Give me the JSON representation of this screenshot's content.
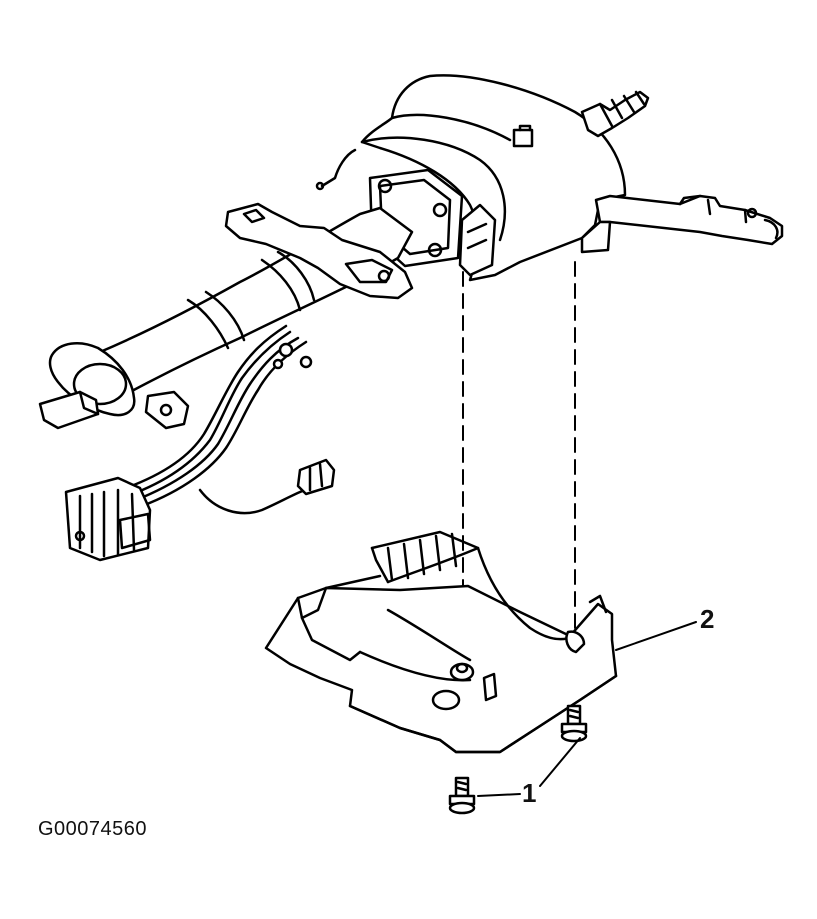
{
  "callouts": {
    "screws": "1",
    "lower_cover": "2"
  },
  "figure_id": "G00074560"
}
